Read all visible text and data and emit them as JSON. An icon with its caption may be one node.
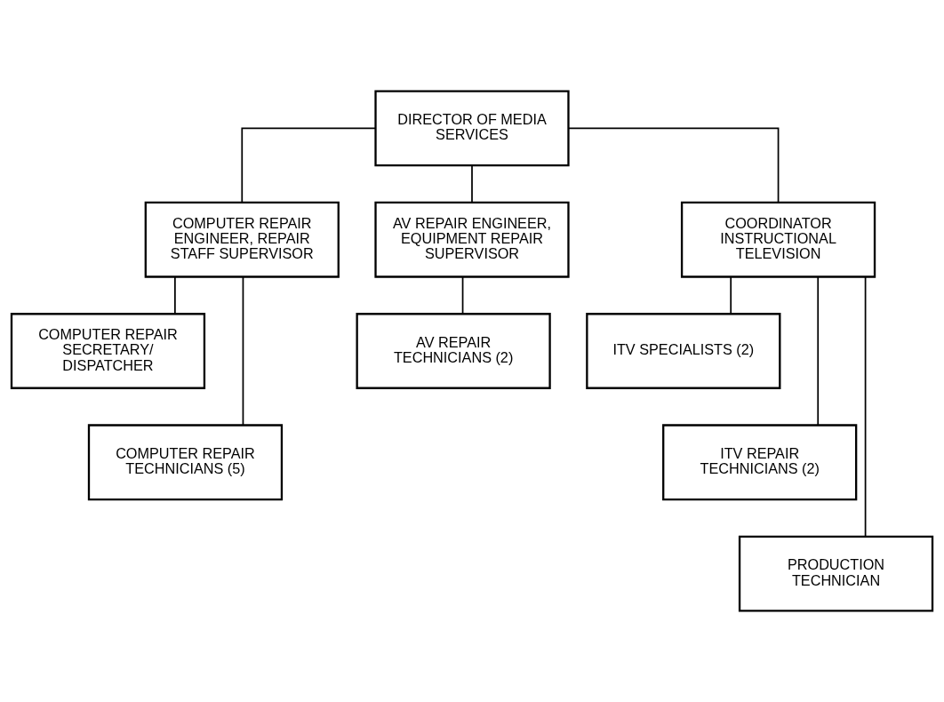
{
  "diagram": {
    "nodes": [
      {
        "text": [
          "DIRECTOR OF MEDIA SERVICES"
        ]
      },
      {
        "text": [
          "COMPUTER REPAIR ENGINEER, REPAIR STAFF SUPERVISOR"
        ]
      },
      {
        "text": [
          "AV REPAIR ENGINEER, EQUIPMENT REPAIR SUPERVISOR"
        ]
      },
      {
        "text": [
          "COORDINATOR INSTRUCTIONAL TELEVISION"
        ]
      },
      {
        "text": [
          "COMPUTER REPAIR SECRETARY/ DISPATCHER"
        ]
      },
      {
        "text": [
          "AV REPAIR TECHNICIANS (2)"
        ]
      },
      {
        "text": [
          "ITV SPECIALISTS (2)"
        ]
      },
      {
        "text": [
          "COMPUTER REPAIR TECHNICIANS (5)"
        ]
      },
      {
        "text": [
          "ITV REPAIR TECHNICIANS (2)"
        ]
      },
      {
        "text": [
          "PRODUCTION TECHNICIAN"
        ]
      }
    ],
    "edges": [
      {
        "from": 0,
        "to": 1,
        "arrow": "none"
      },
      {
        "from": 0,
        "to": 2,
        "arrow": "none"
      },
      {
        "from": 0,
        "to": 3,
        "arrow": "none"
      },
      {
        "from": 1,
        "to": 4,
        "arrow": "none"
      },
      {
        "from": 1,
        "to": 7,
        "arrow": "none"
      },
      {
        "from": 2,
        "to": 5,
        "arrow": "none"
      },
      {
        "from": 3,
        "to": 6,
        "arrow": "none"
      },
      {
        "from": 3,
        "to": 8,
        "arrow": "none"
      },
      {
        "from": 3,
        "to": 9,
        "arrow": "none"
      }
    ]
  }
}
